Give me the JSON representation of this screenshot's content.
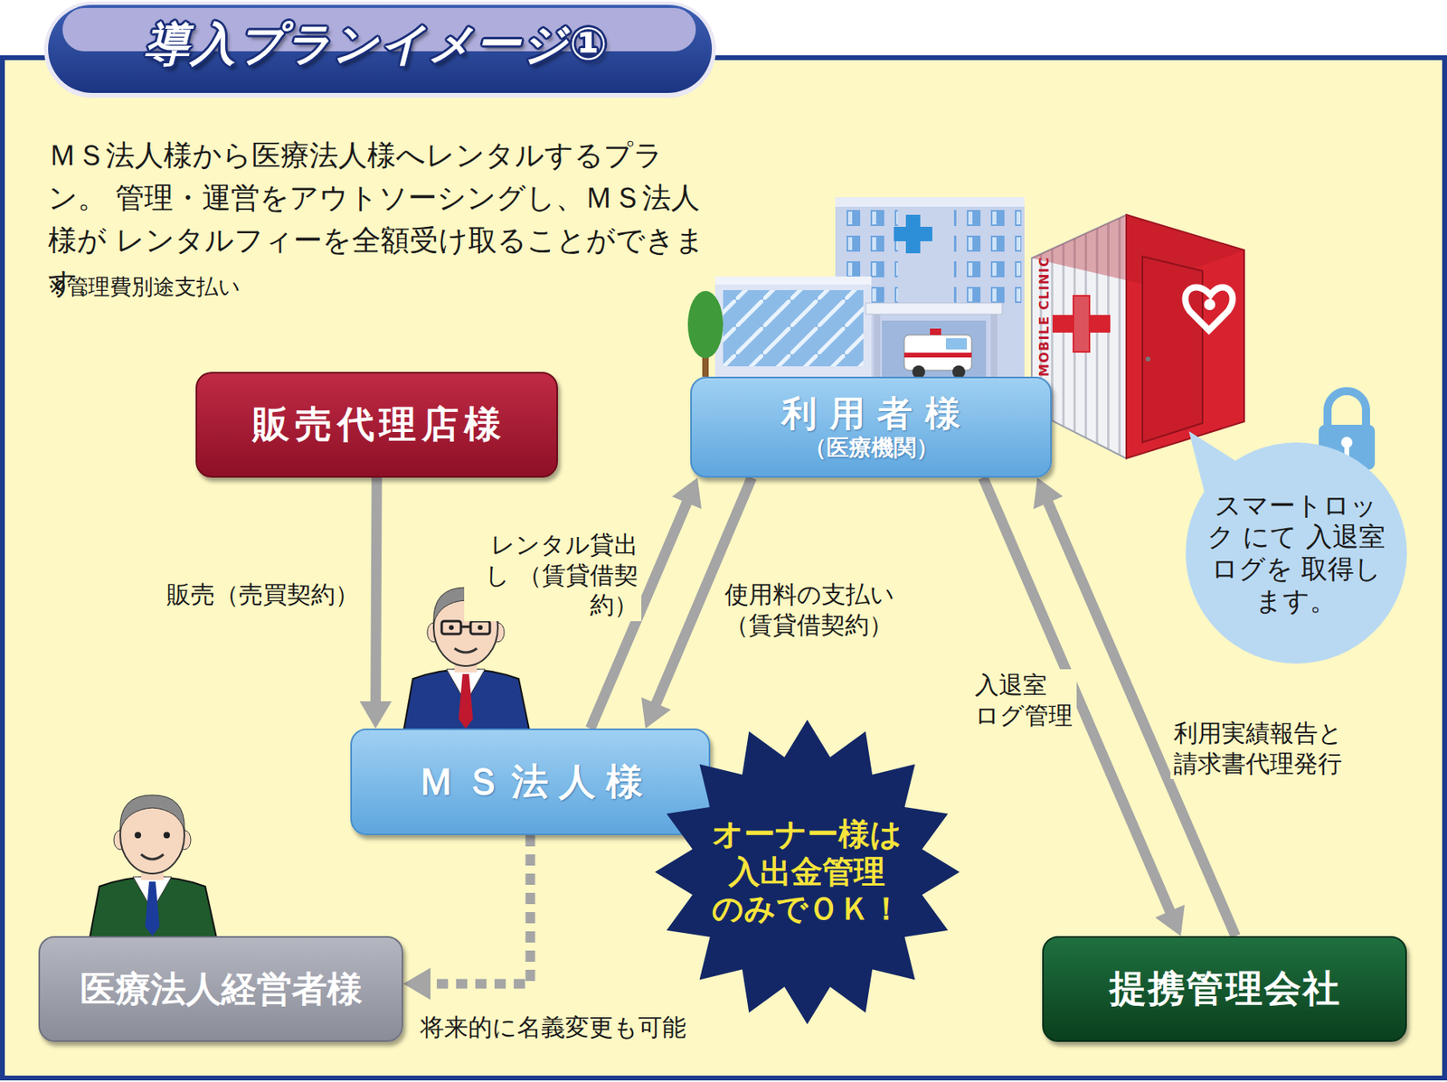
{
  "diagram": {
    "title": "導入プランイメージ①",
    "nodes": [
      {
        "text": [
          "販売代理店様"
        ]
      },
      {
        "text": [
          "利用者様",
          "（医療機関）"
        ]
      },
      {
        "text": [
          "スマートロック にて 入退室ログを 取得します。"
        ]
      },
      {
        "text": [
          "ＭＳ法人様"
        ]
      },
      {
        "text": [
          "オーナー様は 入出金管理 のみでＯＫ！"
        ]
      },
      {
        "text": [
          "医療法人経営者様"
        ]
      },
      {
        "text": [
          "提携管理会社"
        ]
      }
    ],
    "edges": [
      {
        "from": 0,
        "to": 3,
        "label": "販売（売買契約）",
        "arrow": "to"
      },
      {
        "from": 3,
        "to": 1,
        "label": "レンタル貸出し （賃貸借契約）",
        "arrow": "to"
      },
      {
        "from": 1,
        "to": 3,
        "label": "使用料の支払い （賃貸借契約）",
        "arrow": "to"
      },
      {
        "from": 1,
        "to": 6,
        "label": "入退室 ログ管理",
        "arrow": "to"
      },
      {
        "from": 6,
        "to": 1,
        "label": "利用実績報告と 請求書代理発行",
        "arrow": "to"
      },
      {
        "from": 3,
        "to": 5,
        "label": "将来的に名義変更も可能",
        "arrow": "to"
      }
    ],
    "labels": [
      "ＭＳ法人様から医療法人様へレンタルするプラン。 管理・運営をアウトソーシングし、ＭＳ法人様が レンタルフィーを全額受け取ることができます。",
      "※管理費別途支払い",
      "MOBILE CLINIC"
    ]
  }
}
